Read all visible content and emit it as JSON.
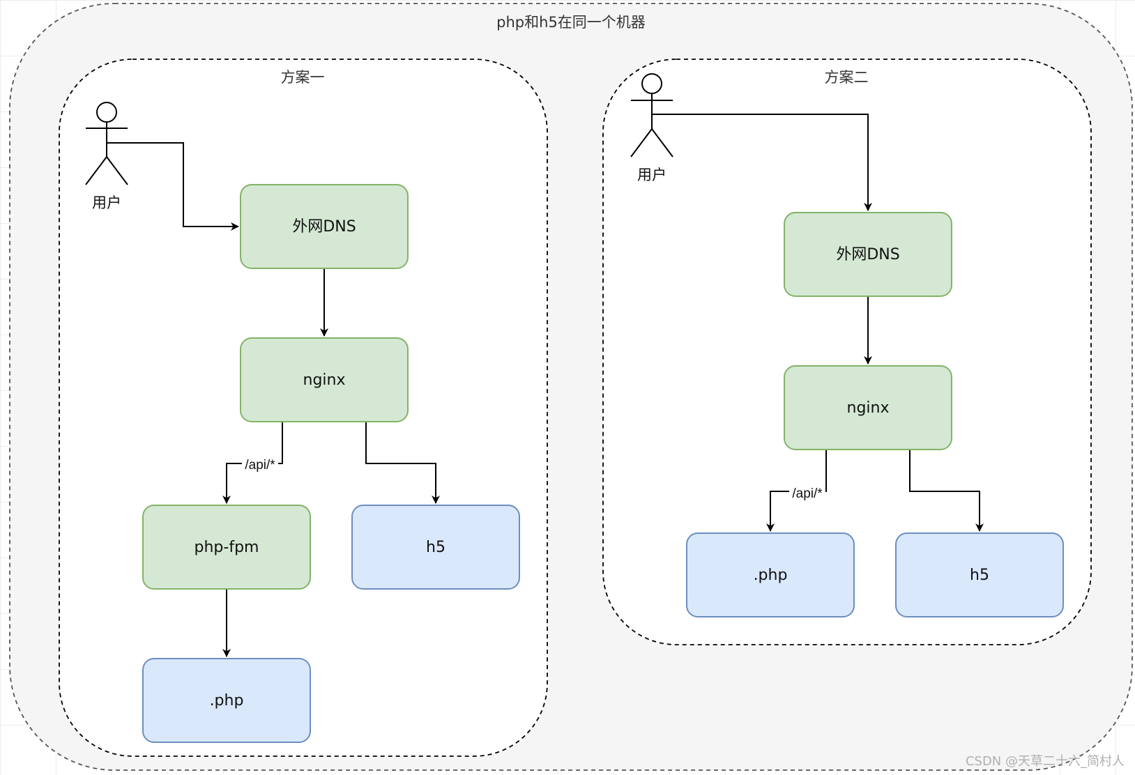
{
  "diagram": {
    "outer_title": "php和h5在同一个机器",
    "watermark": "CSDN @天草二十六_简村人",
    "colors": {
      "green_fill": "#d5e8d4",
      "green_stroke": "#82b366",
      "blue_fill": "#dae8fc",
      "blue_stroke": "#6c8ebf",
      "outer_fill": "#f5f5f5"
    },
    "plan1": {
      "title": "方案一",
      "actor_label": "用户",
      "dns_label": "外网DNS",
      "nginx_label": "nginx",
      "api_edge_label": "/api/*",
      "phpfpm_label": "php-fpm",
      "h5_label": "h5",
      "php_label": ".php"
    },
    "plan2": {
      "title": "方案二",
      "actor_label": "用户",
      "dns_label": "外网DNS",
      "nginx_label": "nginx",
      "api_edge_label": "/api/*",
      "php_label": ".php",
      "h5_label": "h5"
    }
  }
}
